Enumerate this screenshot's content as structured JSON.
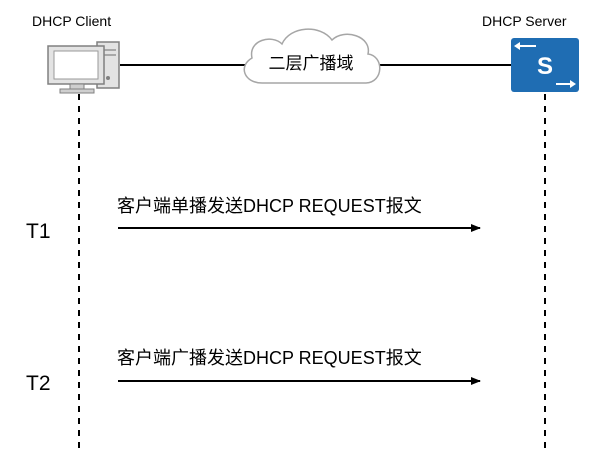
{
  "client": {
    "label": "DHCP Client",
    "icon": "desktop-computer-icon"
  },
  "server": {
    "label": "DHCP Server",
    "icon": "switch-icon",
    "icon_letter": "S",
    "icon_color": "#1f6db3"
  },
  "network": {
    "label": "二层广播域",
    "icon": "cloud-icon"
  },
  "timeline": [
    {
      "time_label": "T1",
      "message": "客户端单播发送DHCP REQUEST报文"
    },
    {
      "time_label": "T2",
      "message": "客户端广播发送DHCP REQUEST报文"
    }
  ]
}
